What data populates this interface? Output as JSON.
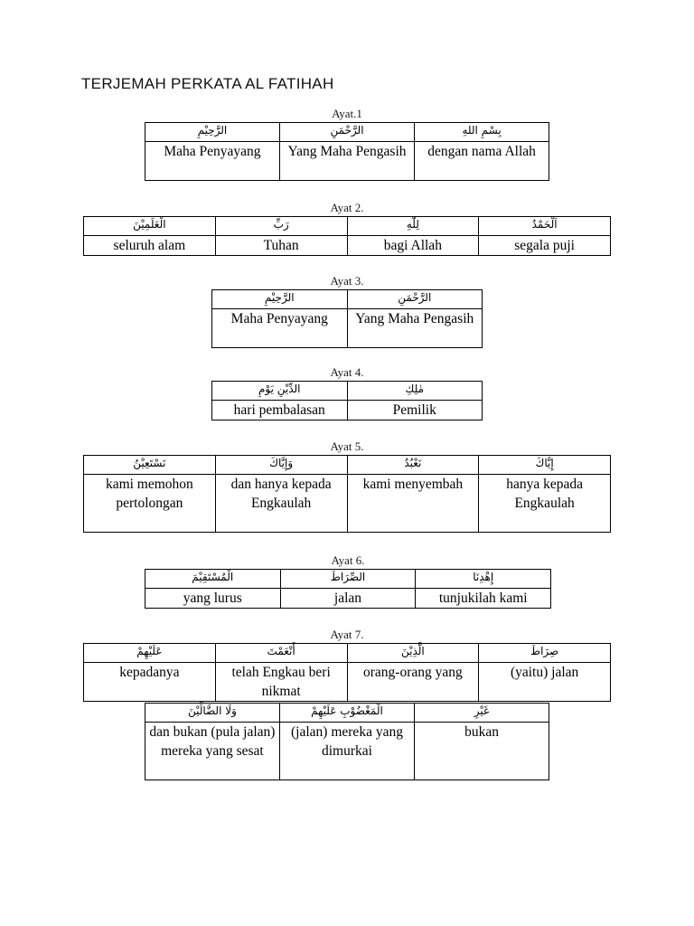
{
  "document": {
    "title": "TERJEMAH PERKATA AL FATIHAH"
  },
  "verses": [
    {
      "label": "Ayat.1",
      "rows": [
        {
          "arabic": [
            "الرَّحِيْمِ",
            "الرَّحْمَنِ",
            "بِسْمِ اللهِ"
          ],
          "latin": [
            "Maha Penyayang",
            "Yang Maha Pengasih",
            "dengan nama Allah"
          ]
        }
      ]
    },
    {
      "label": "Ayat 2.",
      "rows": [
        {
          "arabic": [
            "الْعَلَمِيْنَ",
            "رَبِّ",
            "لِلّٰهِ",
            "اَلْحَمْدُ"
          ],
          "latin": [
            "seluruh alam",
            "Tuhan",
            "bagi Allah",
            "segala puji"
          ]
        }
      ]
    },
    {
      "label": "Ayat 3.",
      "rows": [
        {
          "arabic": [
            "الرَّحِيْمِ",
            "الرَّحْمَنِ"
          ],
          "latin": [
            "Maha Penyayang",
            "Yang Maha Pengasih"
          ]
        }
      ]
    },
    {
      "label": "Ayat 4.",
      "rows": [
        {
          "arabic": [
            "الدِّيْنِ يَوْمِ",
            "مٰلِكِ"
          ],
          "latin": [
            "hari pembalasan",
            "Pemilik"
          ]
        }
      ]
    },
    {
      "label": "Ayat 5.",
      "rows": [
        {
          "arabic": [
            "نَسْتَعِيْنُ",
            "وَإِيَّاكَ",
            "نَعْبُدُ",
            "إِيَّاكَ"
          ],
          "latin": [
            "kami memohon pertolongan",
            "dan hanya kepada Engkaulah",
            "kami menyembah",
            "hanya kepada Engkaulah"
          ]
        }
      ]
    },
    {
      "label": "Ayat 6.",
      "rows": [
        {
          "arabic": [
            "الْمُسْتَقِيْمَ",
            "الصِّرَاطَ",
            "إِهْدِنَا"
          ],
          "latin": [
            "yang lurus",
            "jalan",
            "tunjukilah kami"
          ]
        }
      ]
    },
    {
      "label": "Ayat 7.",
      "rows": [
        {
          "arabic": [
            "عَلَيْهِمْ",
            "أَنْعَمْتَ",
            "الَّذِيْنَ",
            "صِرَاطَ"
          ],
          "latin": [
            "kepadanya",
            "telah Engkau beri nikmat",
            "orang-orang yang",
            "(yaitu) jalan"
          ]
        },
        {
          "arabic": [
            "وَلَا الضَّالِّيْنَ",
            "الْمَغْضُوْبِ عَلَيْهِمْ",
            "غَيْرِ"
          ],
          "latin": [
            "dan bukan (pula jalan) mereka yang sesat",
            "(jalan) mereka yang dimurkai",
            "bukan"
          ]
        }
      ]
    }
  ],
  "colors": {
    "background": "#ffffff",
    "text": "#000000",
    "border": "#000000"
  }
}
